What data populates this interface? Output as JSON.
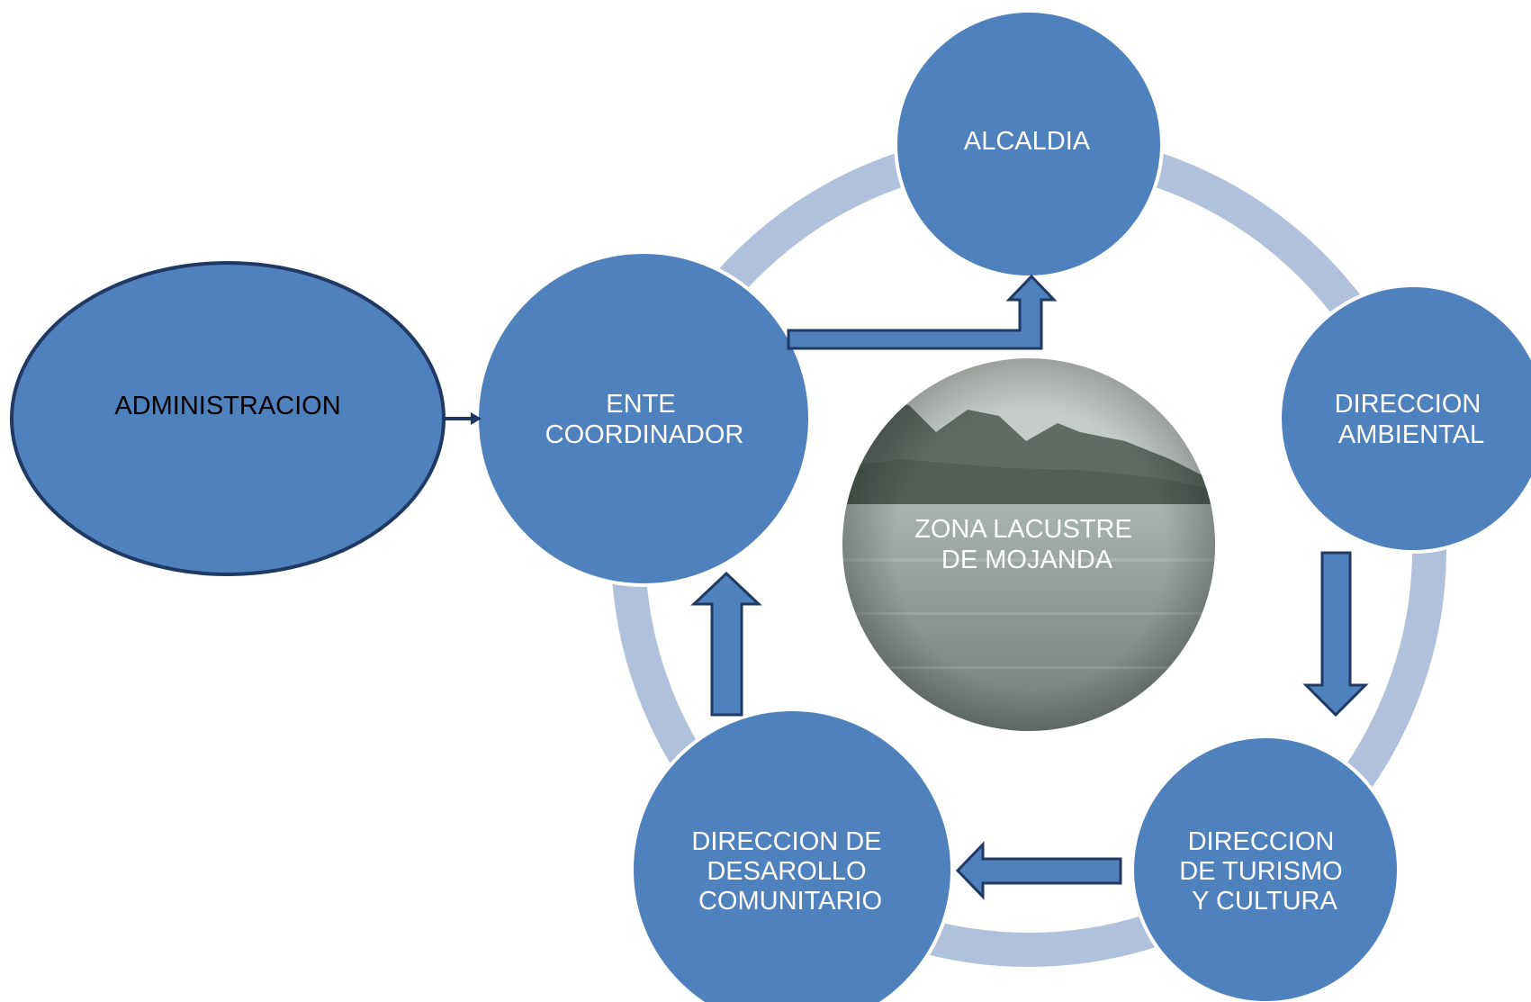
{
  "colors": {
    "node_fill": "#4f81bd",
    "node_stroke": "#ffffff",
    "ring": "#b0c1dc",
    "arrow_fill": "#4f81bd",
    "arrow_stroke": "#1f3864",
    "admin_stroke": "#1f3864"
  },
  "admin": {
    "lines": [
      "ADMINISTRACION"
    ]
  },
  "nodes": {
    "ente": {
      "lines": [
        "ENTE",
        "COORDINADOR"
      ]
    },
    "alcaldia": {
      "lines": [
        "ALCALDIA"
      ]
    },
    "ambiental": {
      "lines": [
        "DIRECCION",
        "AMBIENTAL"
      ]
    },
    "turismo": {
      "lines": [
        "DIRECCION",
        "DE TURISMO",
        "Y CULTURA"
      ]
    },
    "desarollo": {
      "lines": [
        "DIRECCION DE",
        "DESAROLLO",
        "COMUNITARIO"
      ]
    }
  },
  "center": {
    "lines": [
      "ZONA LACUSTRE",
      "DE MOJANDA"
    ],
    "image_subject": "lake-photo"
  },
  "connections": [
    {
      "from": "admin",
      "to": "ente"
    },
    {
      "from": "ente",
      "to": "alcaldia"
    },
    {
      "from": "ambiental",
      "to": "turismo"
    },
    {
      "from": "turismo",
      "to": "desarollo"
    },
    {
      "from": "desarollo",
      "to": "ente"
    }
  ]
}
